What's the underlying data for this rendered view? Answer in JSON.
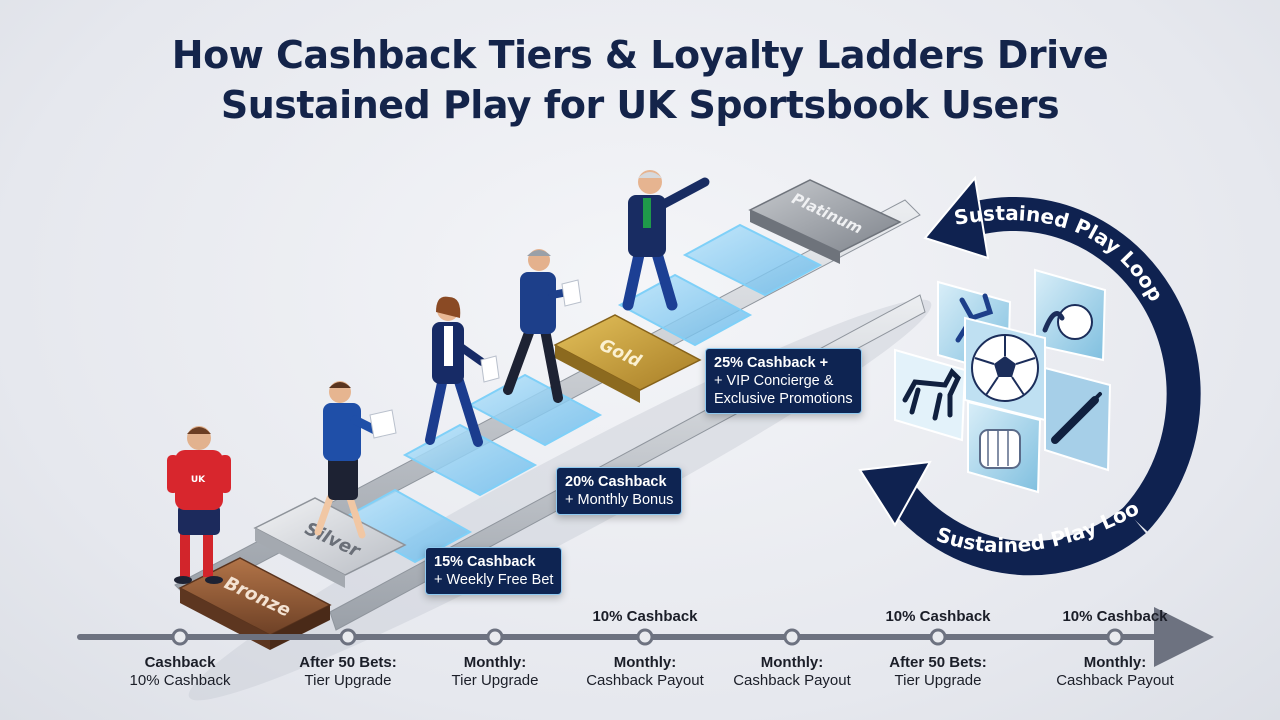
{
  "title": {
    "line1": "How Cashback Tiers & Loyalty Ladders Drive",
    "line2": "Sustained Play for UK Sportsbook Users"
  },
  "tiers": {
    "bronze": "Bronze",
    "silver": "Silver",
    "gold": "Gold",
    "platinum": "Platinum"
  },
  "callouts": [
    {
      "main": "15% Cashback",
      "sub": "+ Weekly Free Bet"
    },
    {
      "main": "20% Cashback",
      "sub": "+ Monthly Bonus"
    },
    {
      "main": "25% Cashback +",
      "sub": "+ VIP Concierge &",
      "sub2": "Exclusive Promotions"
    }
  ],
  "loop": {
    "top_label": "Sustained Play Loop",
    "bottom_label": "Sustained Play Loop"
  },
  "player": {
    "shirt_text": "UK"
  },
  "timeline": {
    "top_labels": [
      "10% Cashback",
      "10% Cashback",
      "10% Cashback"
    ],
    "labels": [
      {
        "a": "Cashback",
        "b": "10% Cashback"
      },
      {
        "a": "After 50 Bets:",
        "b": "Tier Upgrade"
      },
      {
        "a": "Monthly:",
        "b": "Tier Upgrade"
      },
      {
        "a": "Monthly:",
        "b": "Cashback Payout"
      },
      {
        "a": "Monthly:",
        "b": "Cashback Payout"
      },
      {
        "a": "After 50 Bets:",
        "b": "Tier Upgrade"
      },
      {
        "a": "Monthly:",
        "b": "Cashback Payout"
      }
    ]
  },
  "icons": [
    "rugby-player-icon",
    "football-icon",
    "football-kick-icon",
    "horse-racing-icon",
    "cricket-gloves-icon",
    "cricket-bat-icon"
  ],
  "colors": {
    "title": "#14244a",
    "navy": "#0e2452",
    "glow": "#6cc4f2",
    "bronze": "#8a5634",
    "gold": "#c9a13e",
    "silver": "#cfd3d9",
    "platinum": "#9ea3ab"
  }
}
